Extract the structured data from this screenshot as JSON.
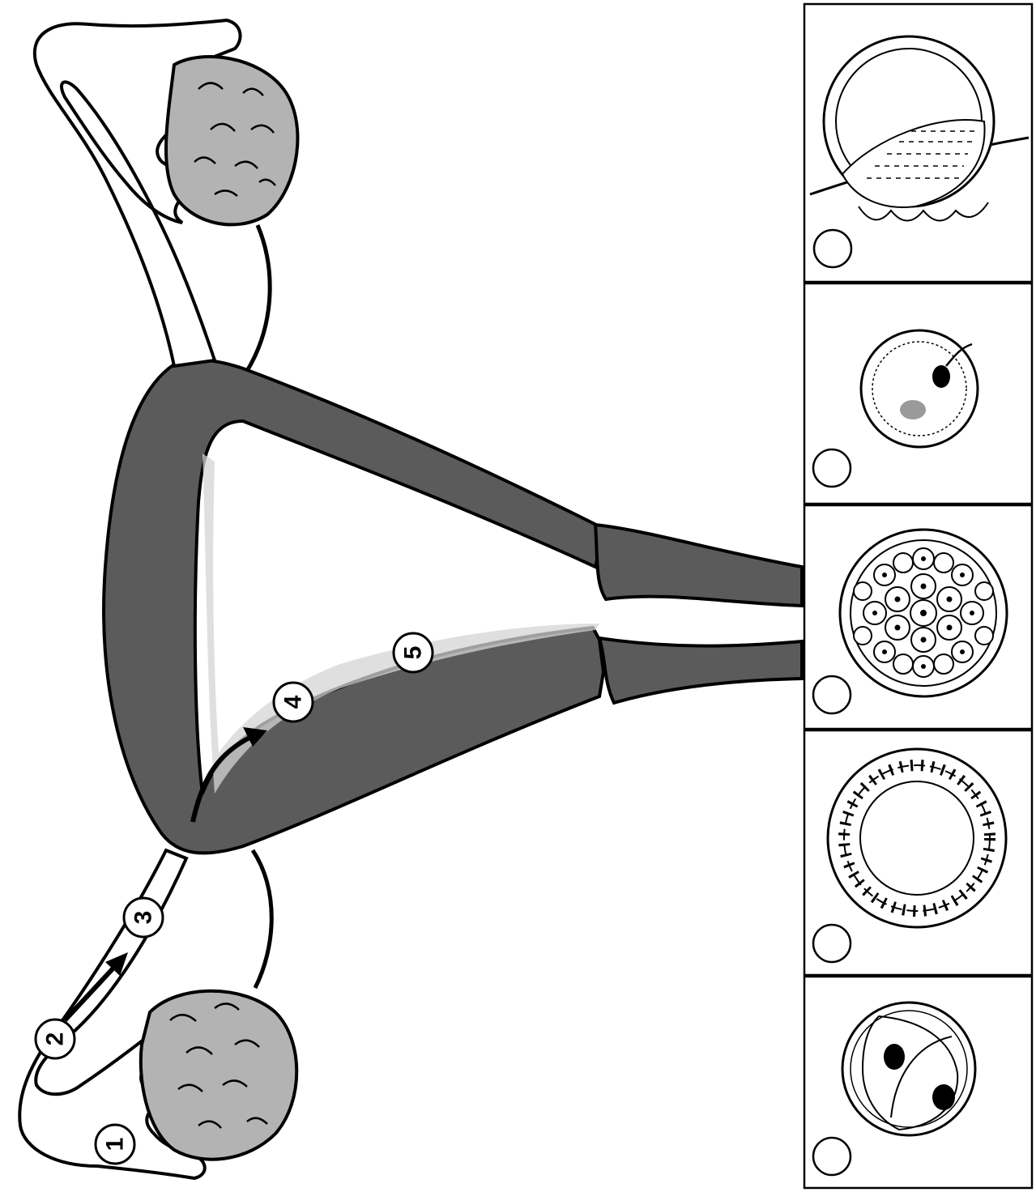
{
  "diagram": {
    "step_labels": [
      "1",
      "2",
      "3",
      "4",
      "5"
    ],
    "panels": [
      {
        "name": "implanting-blastocyst",
        "answer": ""
      },
      {
        "name": "fertilized-egg",
        "answer": ""
      },
      {
        "name": "morula",
        "answer": ""
      },
      {
        "name": "blastocyst",
        "answer": ""
      },
      {
        "name": "two-cell-stage",
        "answer": ""
      }
    ],
    "colors": {
      "uterus_wall": "#5b5b5b",
      "ovary": "#b3b3b3",
      "shadow": "#d4d4d4",
      "outline": "#000000",
      "background": "#ffffff"
    }
  }
}
